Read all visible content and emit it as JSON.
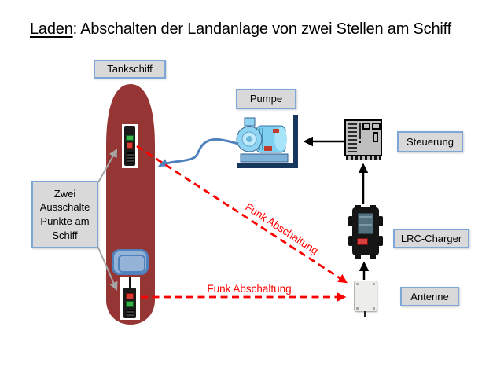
{
  "title": {
    "lead": "Laden",
    "rest": ": Abschalten der Landanlage von zwei Stellen am Schiff"
  },
  "boxes": {
    "tankschiff": "Tankschiff",
    "zwei_punkte": "Zwei Ausschalte Punkte am Schiff",
    "pumpe": "Pumpe",
    "steuerung": "Steuerung",
    "lrc_charger": "LRC-Charger",
    "antenne": "Antenne"
  },
  "annotations": {
    "funk_abschaltung_diagonal": "Funk Abschaltung",
    "funk_abschaltung_horizontal": "Funk Abschaltung"
  },
  "colors": {
    "ship_hull": "#963634",
    "deck_fill": "#95B3D7",
    "deck_border": "#4F81BD",
    "label_fill": "#D9D9D9",
    "label_border": "#7EA6D8",
    "radio_link": "#FF0000",
    "hose": "#4F81BD",
    "connector_gray": "#A6A6A6",
    "arrow_black": "#000000"
  }
}
